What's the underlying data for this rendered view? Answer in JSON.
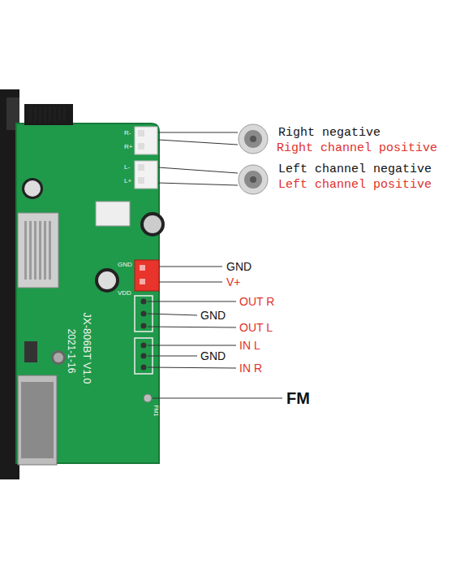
{
  "diagram": {
    "labels": [
      "Right negative",
      "Right channel positive",
      "Left channel negative",
      "Left channel positive",
      "GND",
      "V+",
      "OUT R",
      "GND",
      "OUT L",
      "IN L",
      "GND",
      "IN R",
      "FM",
      "R-",
      "R+",
      "L-",
      "L+",
      "GND",
      "VDD",
      "JX-806BT V1.0",
      "2021-1-16",
      "FM1"
    ]
  }
}
